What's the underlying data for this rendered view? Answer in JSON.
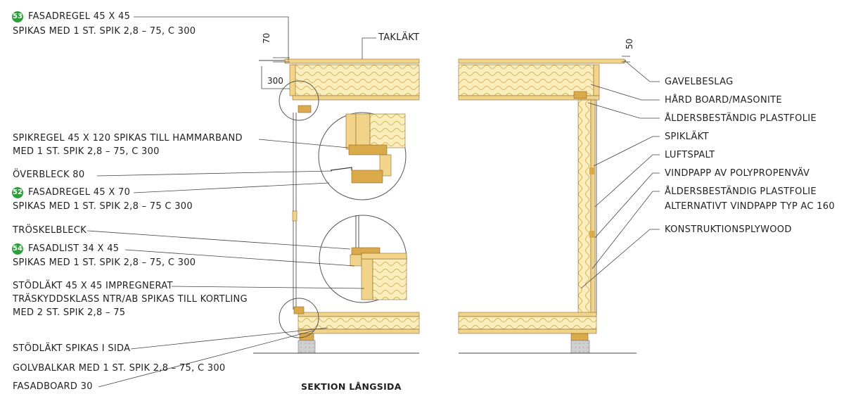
{
  "left_labels": {
    "fasadregel_45x45": "FASADREGEL 45 X 45",
    "fasadregel_45x45_note": "SPIKAS MED 1 ST. SPIK 2,8 – 75, C 300",
    "spikregel": "SPIKREGEL 45 X 120 SPIKAS TILL HAMMARBAND",
    "spikregel_note": "MED 1 ST. SPIK 2,8 – 75, C 300",
    "overbleck": "ÖVERBLECK 80",
    "fasadregel_45x70": "FASADREGEL 45 X 70",
    "fasadregel_45x70_note": "SPIKAS MED 1 ST. SPIK 2,8 – 75 C 300",
    "troskelbleck": "TRÖSKELBLECK",
    "fasadlist": "FASADLIST 34 X 45",
    "fasadlist_note": "SPIKAS MED 1 ST. SPIK 2,8 – 75, C 300",
    "stodlakt": "STÖDLÄKT 45 X 45 IMPREGNERAT",
    "stodlakt_note1": "TRÄSKYDDSKLASS NTR/AB SPIKAS TILL KORTLING",
    "stodlakt_note2": "MED 2 ST. SPIK 2,8 – 75",
    "stodlakt_sida": "STÖDLÄKT SPIKAS I SIDA",
    "golvbalkar": "GOLVBALKAR MED 1 ST. SPIK 2,8 – 75, C 300",
    "fasadboard": "FASADBOARD 30"
  },
  "badges": {
    "b53": "53",
    "b52": "52",
    "b54": "54"
  },
  "right_labels": {
    "gavelbeslag": "GAVELBESLAG",
    "hardboard": "HÅRD BOARD/MASONITE",
    "plastfolie1": "ÅLDERSBESTÄNDIG PLASTFOLIE",
    "spiklakt": "SPIKLÄKT",
    "luftspalt": "LUFTSPALT",
    "vindpapp": "VINDPAPP AV POLYPROPENVÄV",
    "plastfolie2": "ÅLDERSBESTÄNDIG PLASTFOLIE",
    "plastfolie2_alt": "ALTERNATIVT VINDPAPP TYP AC 160",
    "plywood": "KONSTRUKTIONSPLYWOOD"
  },
  "top_label": "TAKLÄKT",
  "dimensions": {
    "d70": "70",
    "d300": "300",
    "d50": "50"
  },
  "caption": "SEKTION LÅNGSIDA",
  "colors": {
    "wood": "#f2d38a",
    "wood_dark": "#d9a94a",
    "insulation": "#fbeebc",
    "badge": "#2e9d3c",
    "concrete": "#d0d0d0",
    "line": "#444444"
  }
}
